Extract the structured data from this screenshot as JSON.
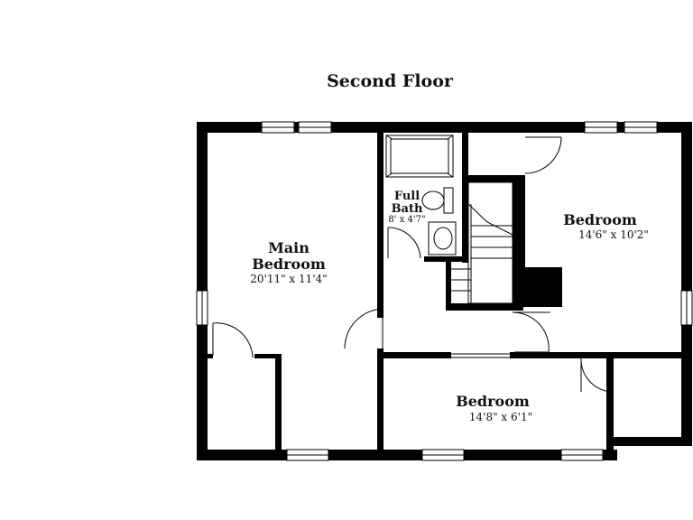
{
  "title": "Second Floor",
  "rooms": {
    "main_bedroom": {
      "name_line1": "Main",
      "name_line2": "Bedroom",
      "dims": "20'11\" x 11'4\""
    },
    "full_bath": {
      "name_line1": "Full",
      "name_line2": "Bath",
      "dims": "8' x 4'7\""
    },
    "bedroom_ne": {
      "name": "Bedroom",
      "dims": "14'6\" x 10'2\""
    },
    "bedroom_south": {
      "name": "Bedroom",
      "dims": "14'8\" x 6'1\""
    }
  },
  "colors": {
    "wall": "#000000",
    "background": "#ffffff"
  }
}
